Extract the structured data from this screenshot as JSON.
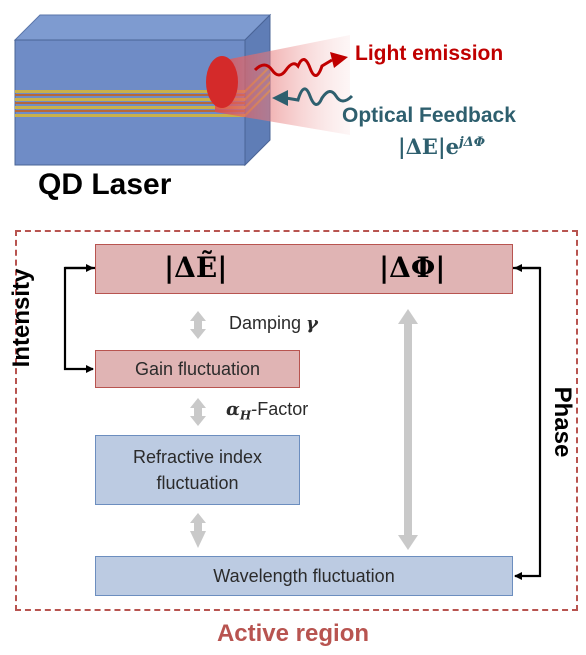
{
  "laser": {
    "caption": "QD Laser"
  },
  "emission": {
    "label": "Light emission",
    "color": "#c00000"
  },
  "feedback": {
    "label": "Optical Feedback",
    "formula_main": "|ΔE|e",
    "formula_sup": "jΔΦ",
    "color": "#2e5f6e"
  },
  "top_box": {
    "field_label": "|ΔẼ|",
    "phase_label": "|ΔΦ|"
  },
  "gain_box": {
    "label": "Gain fluctuation"
  },
  "refractive_box": {
    "line1": "Refractive index",
    "line2": "fluctuation"
  },
  "wavelength_box": {
    "label": "Wavelength fluctuation"
  },
  "damping": {
    "text": "Damping ",
    "symbol": "γ"
  },
  "alpha": {
    "symbol": "α",
    "subscript": "H",
    "text": "-Factor"
  },
  "side_labels": {
    "intensity": "Intensity",
    "phase": "Phase"
  },
  "region": {
    "label": "Active region",
    "color": "#b85450"
  }
}
